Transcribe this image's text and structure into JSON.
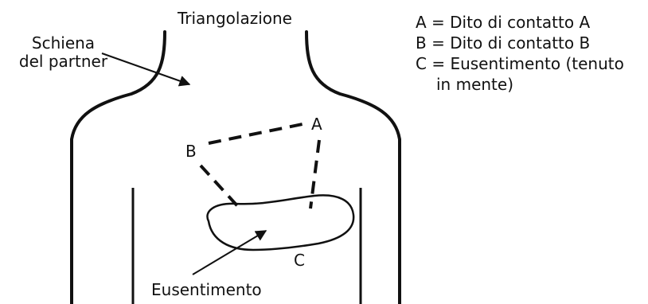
{
  "title": "Triangolazione",
  "labels": {
    "back_line1": "Schiena",
    "back_line2": "del partner",
    "point_a": "A",
    "point_b": "B",
    "point_c": "C",
    "eusentimento": "Eusentimento"
  },
  "legend": [
    "A = Dito di contatto A",
    "B = Dito di contatto B",
    "C = Eusentimento (tenuto",
    "in mente)"
  ],
  "colors": {
    "ink": "#111111",
    "background": "#ffffff"
  }
}
